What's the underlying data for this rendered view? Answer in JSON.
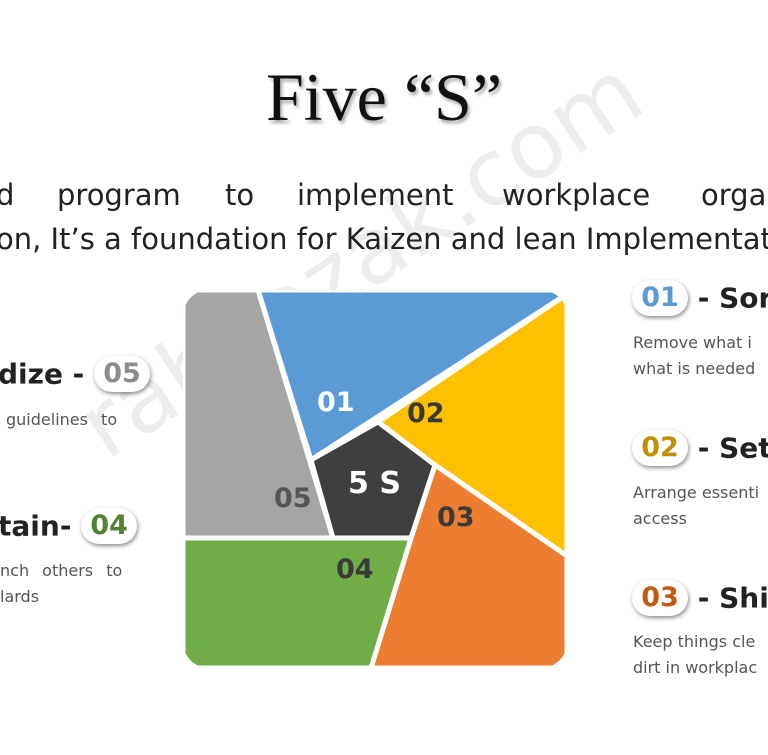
{
  "title": "Five “S”",
  "subtitle": {
    "line1_words": [
      "d",
      "program",
      "to",
      "implement",
      "workplace",
      "orga"
    ],
    "line2": "on, It’s a foundation for Kaizen and lean Implementat"
  },
  "center_label": "5 S",
  "segments": [
    {
      "number": "01",
      "color": "#5B9BD5"
    },
    {
      "number": "02",
      "color": "#FFC000"
    },
    {
      "number": "03",
      "color": "#ED7D31"
    },
    {
      "number": "04",
      "color": "#70AD47"
    },
    {
      "number": "05",
      "color": "#A5A5A5"
    }
  ],
  "center_color": "#3F3F3F",
  "right_items": [
    {
      "number": "01",
      "title": "Sort",
      "number_color": "#5B9BD5",
      "desc": [
        "Remove what i",
        "what is needed"
      ]
    },
    {
      "number": "02",
      "title": "Set",
      "number_color": "#BF9000",
      "desc": [
        "Arrange essenti",
        "access"
      ]
    },
    {
      "number": "03",
      "title": "Shin",
      "number_color": "#C55A11",
      "desc": [
        "Keep things cle",
        "dirt in workplac"
      ]
    }
  ],
  "left_items": [
    {
      "number": "05",
      "title": "dize",
      "number_color": "#8C8C8C",
      "desc": [
        "guidelines to"
      ]
    },
    {
      "number": "04",
      "title": "tain",
      "number_color": "#548235",
      "desc": [
        "nch others to",
        "lards"
      ]
    }
  ],
  "watermark": "rahyazak.com"
}
